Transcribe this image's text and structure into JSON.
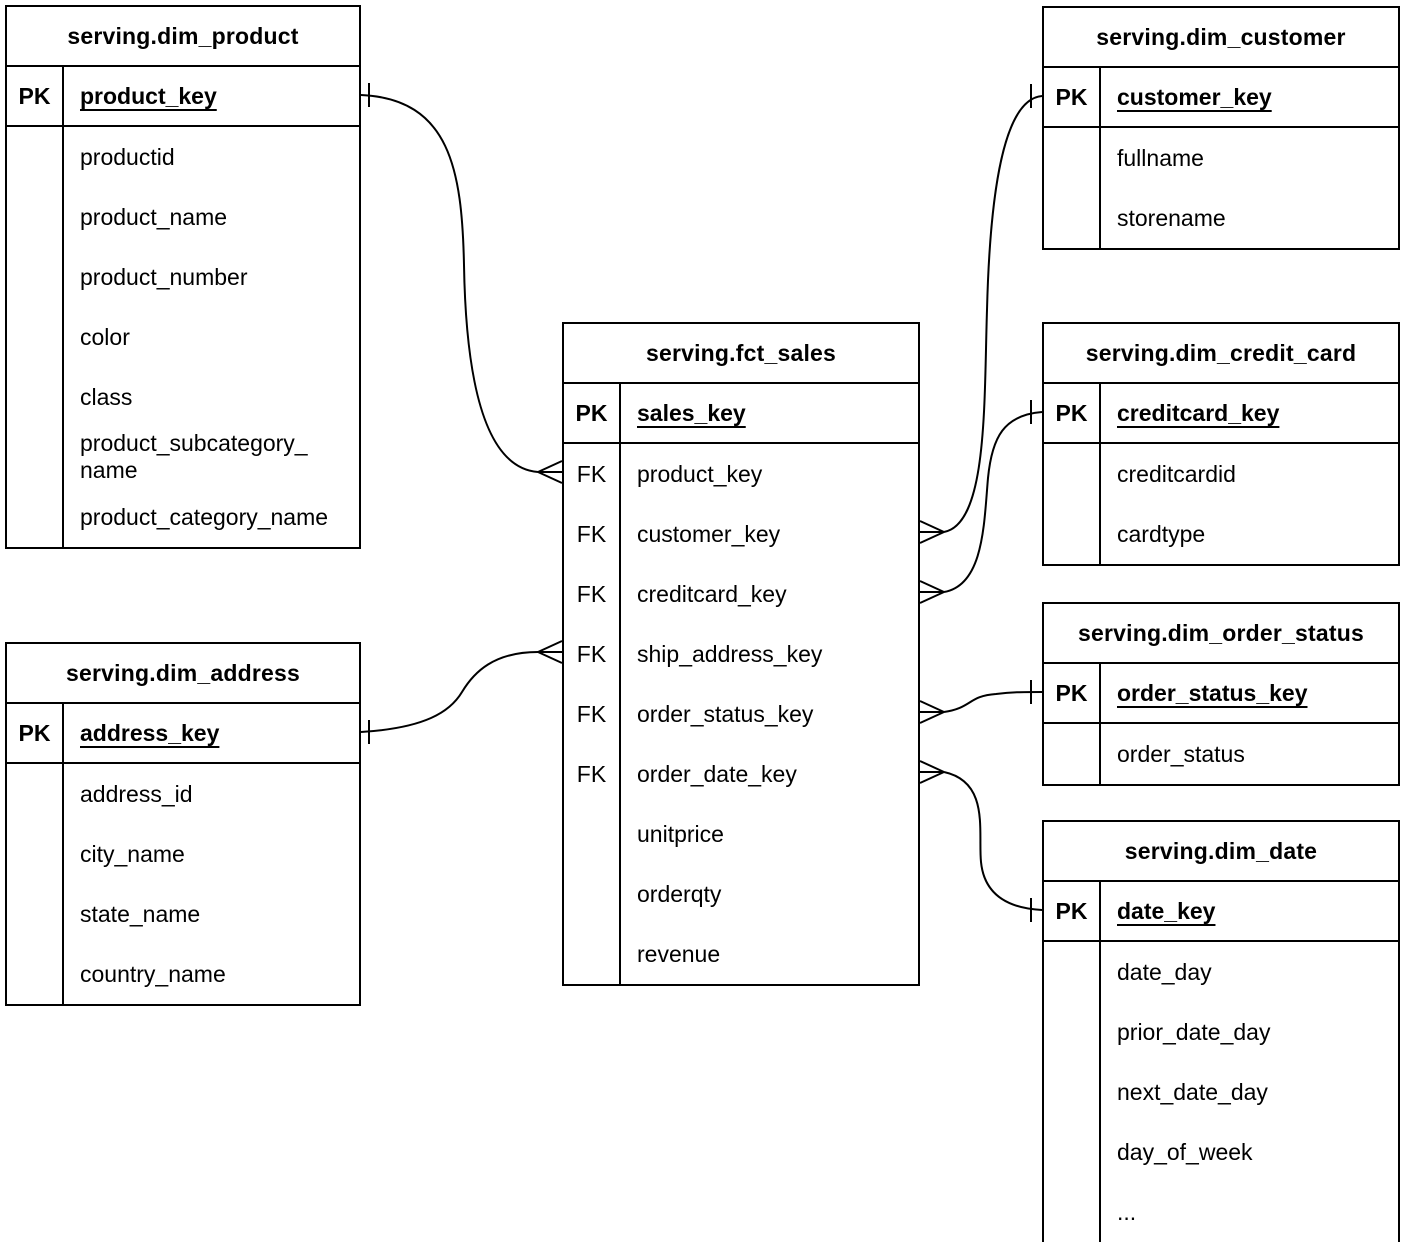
{
  "diagram_type": "entity-relationship",
  "colors": {
    "background": "#ffffff",
    "line": "#000000",
    "text": "#000000"
  },
  "tables": {
    "dim_product": {
      "title": "serving.dim_product",
      "pk_tag": "PK",
      "pk": "product_key",
      "fields": [
        "productid",
        "product_name",
        "product_number",
        "color",
        "class",
        "product_subcategory_\nname",
        "product_category_name"
      ]
    },
    "dim_customer": {
      "title": "serving.dim_customer",
      "pk_tag": "PK",
      "pk": "customer_key",
      "fields": [
        "fullname",
        "storename"
      ]
    },
    "fct_sales": {
      "title": "serving.fct_sales",
      "pk_tag": "PK",
      "pk": "sales_key",
      "rows": [
        {
          "tag": "FK",
          "name": "product_key"
        },
        {
          "tag": "FK",
          "name": "customer_key"
        },
        {
          "tag": "FK",
          "name": "creditcard_key"
        },
        {
          "tag": "FK",
          "name": "ship_address_key"
        },
        {
          "tag": "FK",
          "name": "order_status_key"
        },
        {
          "tag": "FK",
          "name": "order_date_key"
        },
        {
          "tag": "",
          "name": "unitprice"
        },
        {
          "tag": "",
          "name": "orderqty"
        },
        {
          "tag": "",
          "name": "revenue"
        }
      ]
    },
    "dim_credit_card": {
      "title": "serving.dim_credit_card",
      "pk_tag": "PK",
      "pk": "creditcard_key",
      "fields": [
        "creditcardid",
        "cardtype"
      ]
    },
    "dim_order_status": {
      "title": "serving.dim_order_status",
      "pk_tag": "PK",
      "pk": "order_status_key",
      "fields": [
        "order_status"
      ]
    },
    "dim_date": {
      "title": "serving.dim_date",
      "pk_tag": "PK",
      "pk": "date_key",
      "fields": [
        "date_day",
        "prior_date_day",
        "next_date_day",
        "day_of_week",
        "..."
      ]
    },
    "dim_address": {
      "title": "serving.dim_address",
      "pk_tag": "PK",
      "pk": "address_key",
      "fields": [
        "address_id",
        "city_name",
        "state_name",
        "country_name"
      ]
    }
  },
  "relationships": [
    {
      "one": "serving.dim_product.product_key",
      "many": "serving.fct_sales.product_key",
      "cardinality": "one-to-many"
    },
    {
      "one": "serving.dim_customer.customer_key",
      "many": "serving.fct_sales.customer_key",
      "cardinality": "one-to-many"
    },
    {
      "one": "serving.dim_credit_card.creditcard_key",
      "many": "serving.fct_sales.creditcard_key",
      "cardinality": "one-to-many"
    },
    {
      "one": "serving.dim_address.address_key",
      "many": "serving.fct_sales.ship_address_key",
      "cardinality": "one-to-many"
    },
    {
      "one": "serving.dim_order_status.order_status_key",
      "many": "serving.fct_sales.order_status_key",
      "cardinality": "one-to-many"
    },
    {
      "one": "serving.dim_date.date_key",
      "many": "serving.fct_sales.order_date_key",
      "cardinality": "one-to-many"
    }
  ]
}
